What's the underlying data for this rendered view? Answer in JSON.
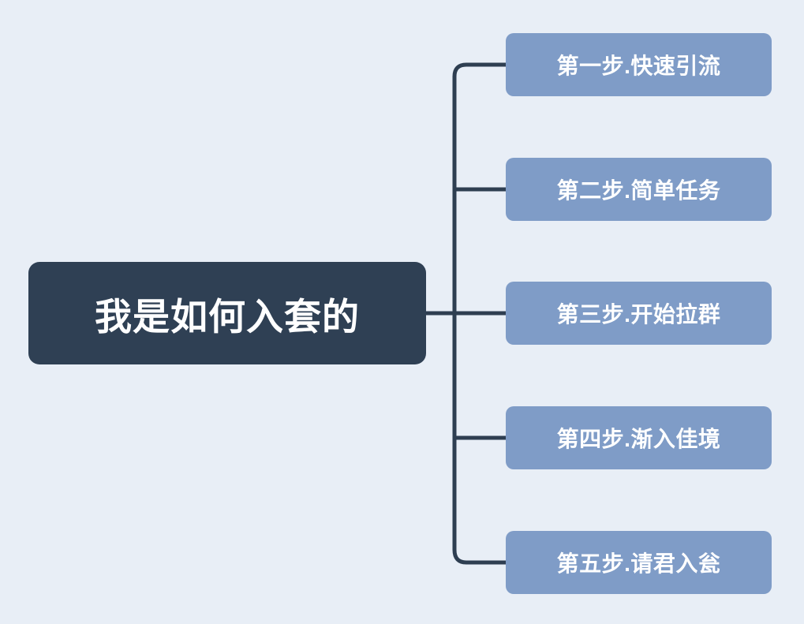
{
  "diagram": {
    "type": "mindmap",
    "root": {
      "label": "我是如何入套的"
    },
    "children": [
      {
        "label": "第一步.快速引流"
      },
      {
        "label": "第二步.简单任务"
      },
      {
        "label": "第三步.开始拉群"
      },
      {
        "label": "第四步.渐入佳境"
      },
      {
        "label": "第五步.请君入瓮"
      }
    ],
    "colors": {
      "background": "#e8eef6",
      "root_fill": "#2f4054",
      "child_fill": "#7f9cc7",
      "line": "#2e3e51",
      "text": "#ffffff"
    }
  }
}
